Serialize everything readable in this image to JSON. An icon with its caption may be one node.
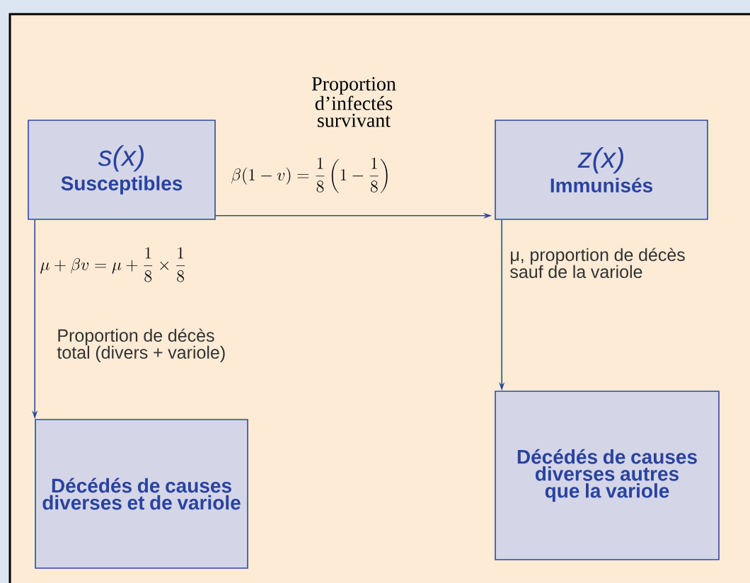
{
  "diagram": {
    "nodes": [
      {
        "text": [
          "s(x)",
          "Susceptibles"
        ]
      },
      {
        "text": [
          "z(x)",
          "Immunisés"
        ]
      },
      {
        "text": [
          "Décédés de causes diverses et de variole"
        ]
      },
      {
        "text": [
          "Décédés de causes diverses autres que la variole"
        ]
      }
    ],
    "edges": [
      {
        "from": 0,
        "to": 1,
        "arrow": "to",
        "label": "Proportion d’infectés survivant"
      },
      {
        "from": 0,
        "to": 2,
        "arrow": "to",
        "label": "Proportion de décès total (divers + variole)"
      },
      {
        "from": 1,
        "to": 3,
        "arrow": "to",
        "label": "μ, proportion de décès sauf de la variole"
      }
    ],
    "labels": [
      "\\beta(1-v)=\\frac{1}{8}\\left(1-\\frac{1}{8}\\right)",
      "\\mu+\\beta v=\\mu+\\frac{1}{8}\\times\\frac{1}{8}"
    ]
  }
}
